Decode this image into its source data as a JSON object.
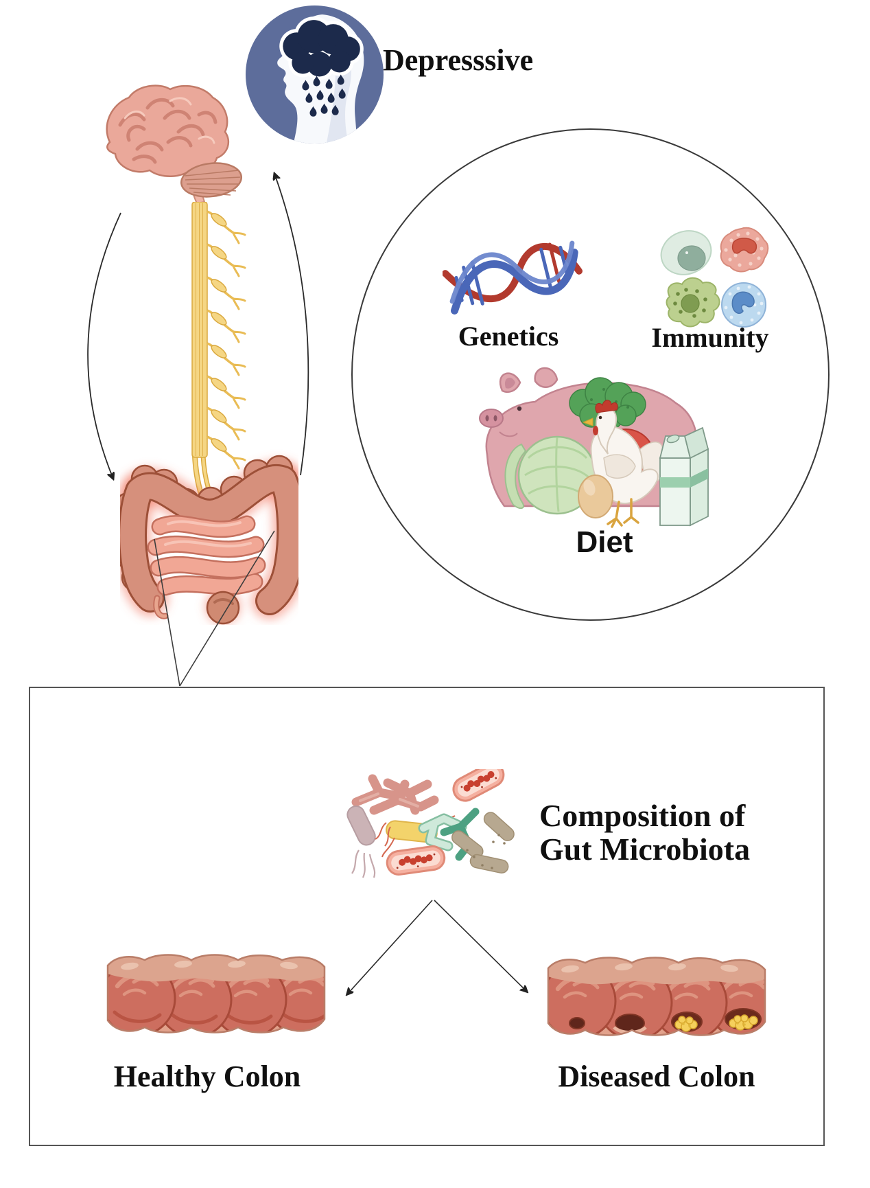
{
  "labels": {
    "depressive": "Depresssive",
    "genetics": "Genetics",
    "immunity": "Immunity",
    "diet": "Diet",
    "composition_line1": "Composition of",
    "composition_line2": "Gut Microbiota",
    "healthy_colon": "Healthy Colon",
    "diseased_colon": "Diseased Colon"
  },
  "icons": {
    "depressed-head-icon": "head profile with rain cloud (depression)",
    "brain-icon": "human brain",
    "spinal-cord-icon": "spinal cord with nerve branches",
    "gut-icon": "intestines with glow",
    "dna-icon": "DNA double helix",
    "immune-cells-icon": "four immune cells",
    "diet-icon": "pig, broccoli, tomato, cabbage, chicken, egg, milk carton",
    "microbiota-icon": "cluster of gut bacteria",
    "healthy-colon-icon": "healthy colon segment",
    "diseased-colon-icon": "diseased colon segment with ulcers and deposits"
  },
  "colors": {
    "depressive_circle": "#5d6d9b",
    "rain_cloud": "#1c2a4b",
    "brain_pink": "#eaa89a",
    "spine_yellow": "#f5d684",
    "intestine_salmon": "#d6907c",
    "dna_blue": "#4a67b8",
    "dna_red": "#b23a2e",
    "colon_body": "#cd6e5f",
    "diseased_deposit": "#f5d05c",
    "panel_border": "#555555",
    "arrow": "#222222"
  }
}
